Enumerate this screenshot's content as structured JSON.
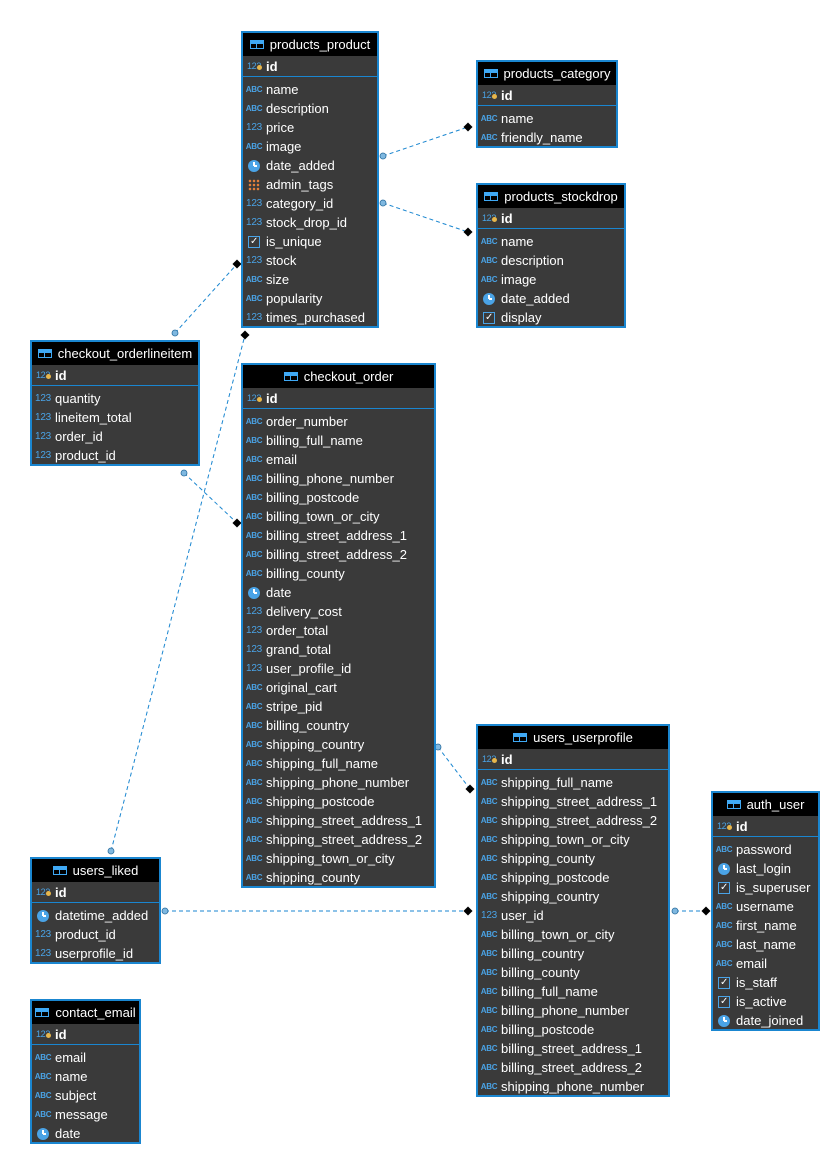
{
  "icons": {
    "string": "ABC",
    "number": "123",
    "datetime": "clock-icon",
    "boolean": "checkbox-icon",
    "array": "array-grid-icon",
    "primary_key": "key-icon"
  },
  "colors": {
    "background": "#ffffff",
    "table_body": "#3a3a3a",
    "table_header": "#000000",
    "table_border": "#1a86d0",
    "connector": "#1a86d0",
    "text": "#ffffff"
  },
  "tables": [
    {
      "id": "products_product",
      "name": "products_product",
      "columns": [
        {
          "name": "id",
          "type": "number",
          "pk": true
        },
        {
          "name": "name",
          "type": "string"
        },
        {
          "name": "description",
          "type": "string"
        },
        {
          "name": "price",
          "type": "number"
        },
        {
          "name": "image",
          "type": "string"
        },
        {
          "name": "date_added",
          "type": "datetime"
        },
        {
          "name": "admin_tags",
          "type": "array"
        },
        {
          "name": "category_id",
          "type": "number"
        },
        {
          "name": "stock_drop_id",
          "type": "number"
        },
        {
          "name": "is_unique",
          "type": "boolean"
        },
        {
          "name": "stock",
          "type": "number"
        },
        {
          "name": "size",
          "type": "string"
        },
        {
          "name": "popularity",
          "type": "string"
        },
        {
          "name": "times_purchased",
          "type": "number"
        }
      ]
    },
    {
      "id": "products_category",
      "name": "products_category",
      "columns": [
        {
          "name": "id",
          "type": "number",
          "pk": true
        },
        {
          "name": "name",
          "type": "string"
        },
        {
          "name": "friendly_name",
          "type": "string"
        }
      ]
    },
    {
      "id": "products_stockdrop",
      "name": "products_stockdrop",
      "columns": [
        {
          "name": "id",
          "type": "number",
          "pk": true
        },
        {
          "name": "name",
          "type": "string"
        },
        {
          "name": "description",
          "type": "string"
        },
        {
          "name": "image",
          "type": "string"
        },
        {
          "name": "date_added",
          "type": "datetime"
        },
        {
          "name": "display",
          "type": "boolean"
        }
      ]
    },
    {
      "id": "checkout_orderlineitem",
      "name": "checkout_orderlineitem",
      "columns": [
        {
          "name": "id",
          "type": "number",
          "pk": true
        },
        {
          "name": "quantity",
          "type": "number"
        },
        {
          "name": "lineitem_total",
          "type": "number"
        },
        {
          "name": "order_id",
          "type": "number"
        },
        {
          "name": "product_id",
          "type": "number"
        }
      ]
    },
    {
      "id": "checkout_order",
      "name": "checkout_order",
      "columns": [
        {
          "name": "id",
          "type": "number",
          "pk": true
        },
        {
          "name": "order_number",
          "type": "string"
        },
        {
          "name": "billing_full_name",
          "type": "string"
        },
        {
          "name": "email",
          "type": "string"
        },
        {
          "name": "billing_phone_number",
          "type": "string"
        },
        {
          "name": "billing_postcode",
          "type": "string"
        },
        {
          "name": "billing_town_or_city",
          "type": "string"
        },
        {
          "name": "billing_street_address_1",
          "type": "string"
        },
        {
          "name": "billing_street_address_2",
          "type": "string"
        },
        {
          "name": "billing_county",
          "type": "string"
        },
        {
          "name": "date",
          "type": "datetime"
        },
        {
          "name": "delivery_cost",
          "type": "number"
        },
        {
          "name": "order_total",
          "type": "number"
        },
        {
          "name": "grand_total",
          "type": "number"
        },
        {
          "name": "user_profile_id",
          "type": "number"
        },
        {
          "name": "original_cart",
          "type": "string"
        },
        {
          "name": "stripe_pid",
          "type": "string"
        },
        {
          "name": "billing_country",
          "type": "string"
        },
        {
          "name": "shipping_country",
          "type": "string"
        },
        {
          "name": "shipping_full_name",
          "type": "string"
        },
        {
          "name": "shipping_phone_number",
          "type": "string"
        },
        {
          "name": "shipping_postcode",
          "type": "string"
        },
        {
          "name": "shipping_street_address_1",
          "type": "string"
        },
        {
          "name": "shipping_street_address_2",
          "type": "string"
        },
        {
          "name": "shipping_town_or_city",
          "type": "string"
        },
        {
          "name": "shipping_county",
          "type": "string"
        }
      ]
    },
    {
      "id": "users_userprofile",
      "name": "users_userprofile",
      "columns": [
        {
          "name": "id",
          "type": "number",
          "pk": true
        },
        {
          "name": "shipping_full_name",
          "type": "string"
        },
        {
          "name": "shipping_street_address_1",
          "type": "string"
        },
        {
          "name": "shipping_street_address_2",
          "type": "string"
        },
        {
          "name": "shipping_town_or_city",
          "type": "string"
        },
        {
          "name": "shipping_county",
          "type": "string"
        },
        {
          "name": "shipping_postcode",
          "type": "string"
        },
        {
          "name": "shipping_country",
          "type": "string"
        },
        {
          "name": "user_id",
          "type": "number"
        },
        {
          "name": "billing_town_or_city",
          "type": "string"
        },
        {
          "name": "billing_country",
          "type": "string"
        },
        {
          "name": "billing_county",
          "type": "string"
        },
        {
          "name": "billing_full_name",
          "type": "string"
        },
        {
          "name": "billing_phone_number",
          "type": "string"
        },
        {
          "name": "billing_postcode",
          "type": "string"
        },
        {
          "name": "billing_street_address_1",
          "type": "string"
        },
        {
          "name": "billing_street_address_2",
          "type": "string"
        },
        {
          "name": "shipping_phone_number",
          "type": "string"
        }
      ]
    },
    {
      "id": "auth_user",
      "name": "auth_user",
      "columns": [
        {
          "name": "id",
          "type": "number",
          "pk": true
        },
        {
          "name": "password",
          "type": "string"
        },
        {
          "name": "last_login",
          "type": "datetime"
        },
        {
          "name": "is_superuser",
          "type": "boolean"
        },
        {
          "name": "username",
          "type": "string"
        },
        {
          "name": "first_name",
          "type": "string"
        },
        {
          "name": "last_name",
          "type": "string"
        },
        {
          "name": "email",
          "type": "string"
        },
        {
          "name": "is_staff",
          "type": "boolean"
        },
        {
          "name": "is_active",
          "type": "boolean"
        },
        {
          "name": "date_joined",
          "type": "datetime"
        }
      ]
    },
    {
      "id": "users_liked",
      "name": "users_liked",
      "columns": [
        {
          "name": "id",
          "type": "number",
          "pk": true
        },
        {
          "name": "datetime_added",
          "type": "datetime"
        },
        {
          "name": "product_id",
          "type": "number"
        },
        {
          "name": "userprofile_id",
          "type": "number"
        }
      ]
    },
    {
      "id": "contact_email",
      "name": "contact_email",
      "columns": [
        {
          "name": "id",
          "type": "number",
          "pk": true
        },
        {
          "name": "email",
          "type": "string"
        },
        {
          "name": "name",
          "type": "string"
        },
        {
          "name": "subject",
          "type": "string"
        },
        {
          "name": "message",
          "type": "string"
        },
        {
          "name": "date",
          "type": "datetime"
        }
      ]
    }
  ],
  "relationships": [
    {
      "from": "products_product",
      "to": "products_category"
    },
    {
      "from": "products_product",
      "to": "products_stockdrop"
    },
    {
      "from": "checkout_orderlineitem",
      "to": "products_product"
    },
    {
      "from": "checkout_orderlineitem",
      "to": "checkout_order"
    },
    {
      "from": "users_liked",
      "to": "products_product"
    },
    {
      "from": "users_liked",
      "to": "users_userprofile"
    },
    {
      "from": "checkout_order",
      "to": "users_userprofile"
    },
    {
      "from": "users_userprofile",
      "to": "auth_user"
    }
  ]
}
